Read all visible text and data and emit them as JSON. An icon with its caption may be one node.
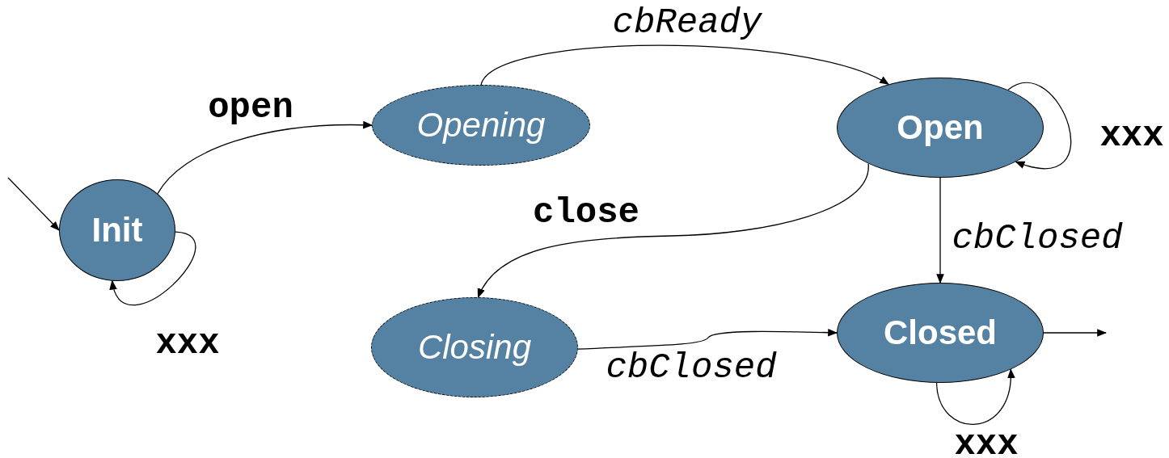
{
  "diagram": {
    "nodes": [
      {
        "text": [
          "Init"
        ]
      },
      {
        "text": [
          "Opening"
        ]
      },
      {
        "text": [
          "Open"
        ]
      },
      {
        "text": [
          "Closing"
        ]
      },
      {
        "text": [
          "Closed"
        ]
      }
    ],
    "edges": [
      {
        "from": null,
        "to": 0,
        "arrow": "to"
      },
      {
        "from": 0,
        "to": 1,
        "arrow": "to",
        "label": "open"
      },
      {
        "from": 0,
        "to": 0,
        "arrow": "to",
        "label": "xxx"
      },
      {
        "from": 1,
        "to": 2,
        "arrow": "to",
        "label": "cbReady"
      },
      {
        "from": 2,
        "to": 2,
        "arrow": "to",
        "label": "xxx"
      },
      {
        "from": 2,
        "to": 3,
        "arrow": "to",
        "label": "close"
      },
      {
        "from": 2,
        "to": 4,
        "arrow": "to",
        "label": "cbClosed"
      },
      {
        "from": 3,
        "to": 4,
        "arrow": "to",
        "label": "cbClosed"
      },
      {
        "from": 4,
        "to": null,
        "arrow": "to"
      },
      {
        "from": 4,
        "to": 4,
        "arrow": "to",
        "label": "xxx"
      }
    ]
  }
}
